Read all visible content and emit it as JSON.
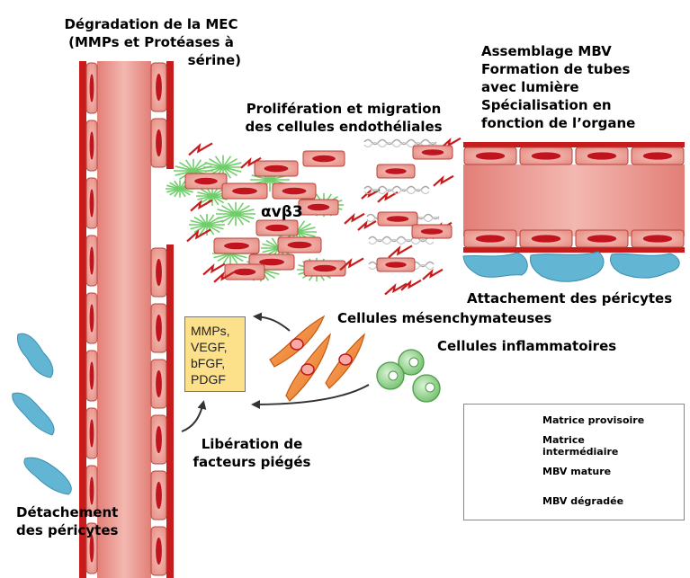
{
  "labels": {
    "ecm_degradation": [
      "Dégradation de la MEC",
      "(MMPs et Protéases à",
      "sérine)"
    ],
    "proliferation": [
      "Prolifération et migration",
      "des cellules endothéliales"
    ],
    "integrin": "αvβ3",
    "assembly": [
      "Assemblage MBV",
      "Formation de tubes",
      "avec lumière",
      "Spécialisation en",
      "fonction de l’organe"
    ],
    "pericyte_attachment": "Attachement des péricytes",
    "mesenchymal": "Cellules mésenchymateuses",
    "inflammatory": "Cellules inflammatoires",
    "release": [
      "Libération de",
      "facteurs piégés"
    ],
    "pericyte_detachment": [
      "Détachement",
      "des péricytes"
    ]
  },
  "factors_box": [
    "MMPs,",
    "VEGF,",
    "bFGF,",
    "PDGF"
  ],
  "legend": {
    "provisional_matrix": "Matrice provisoire",
    "intermediate_matrix": [
      "Matrice",
      "intermédiaire"
    ],
    "mature_mbv": "MBV mature",
    "degraded_mbv": "MBV dégradée"
  },
  "colors": {
    "vessel_fill": "#e89a92",
    "vessel_wall": "#c81c1c",
    "cell_fill": "#dd7b74",
    "nucleus": "#c0141e",
    "provisional_matrix": "#6fcf6a",
    "intermediate_matrix": "#9a9a9a",
    "pericyte": "#5fb4d2",
    "mesenchymal_cell": "#f08a3a",
    "inflammatory_cell": "#8fd48a",
    "factors_box": "#fde08a"
  }
}
